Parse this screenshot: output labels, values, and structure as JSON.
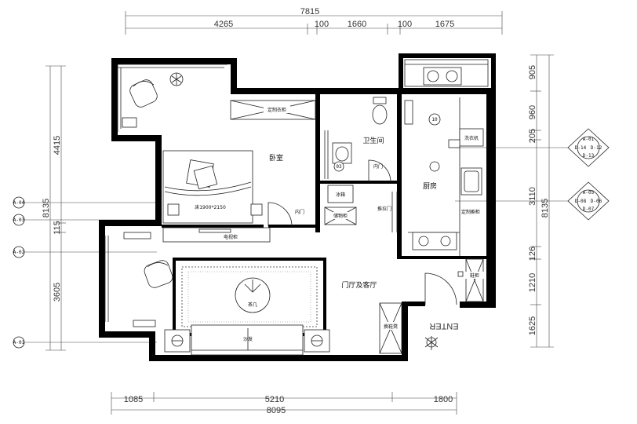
{
  "dimensions": {
    "top_total": "7815",
    "top_segments": [
      "4265",
      "100",
      "1660",
      "100",
      "1675"
    ],
    "bottom_segments": [
      "1085",
      "5210",
      "1800"
    ],
    "bottom_total": "8095",
    "left_total": "8135",
    "left_segments": [
      "4415",
      "115",
      "3605"
    ],
    "right_total": "8135",
    "right_segments": [
      "905",
      "960",
      "205",
      "3110",
      "126",
      "1210",
      "1625"
    ]
  },
  "rooms": {
    "bedroom": "卧室",
    "bathroom": "卫生间",
    "kitchen": "厨房",
    "living": "门厅及客厅"
  },
  "furniture": {
    "bed": "床1900*2150",
    "wardrobe": "定制衣柜",
    "tv_cabinet": "电视柜",
    "sofa": "沙发",
    "tea_table": "茶几",
    "kitchen_cabinet": "定制橱柜",
    "washer": "洗衣机",
    "fridge": "冰箱",
    "shoe_cabinet": "鞋柜",
    "storage_cabinet": "储物柜",
    "shoe_bench": "换鞋凳",
    "sliding_door": "推拉门",
    "inner_door_1": "内门",
    "inner_door_2": "内门",
    "entrance": "ENTER"
  },
  "markers": {
    "left": [
      "A-04",
      "A-03",
      "A-02",
      "A-01"
    ],
    "right_top": [
      "A-01",
      "D-14",
      "D-13",
      "D-12"
    ],
    "right_mid": [
      "A-05",
      "D-08",
      "D-07",
      "D-06"
    ],
    "circle_10": "10",
    "circle_03": "03"
  }
}
